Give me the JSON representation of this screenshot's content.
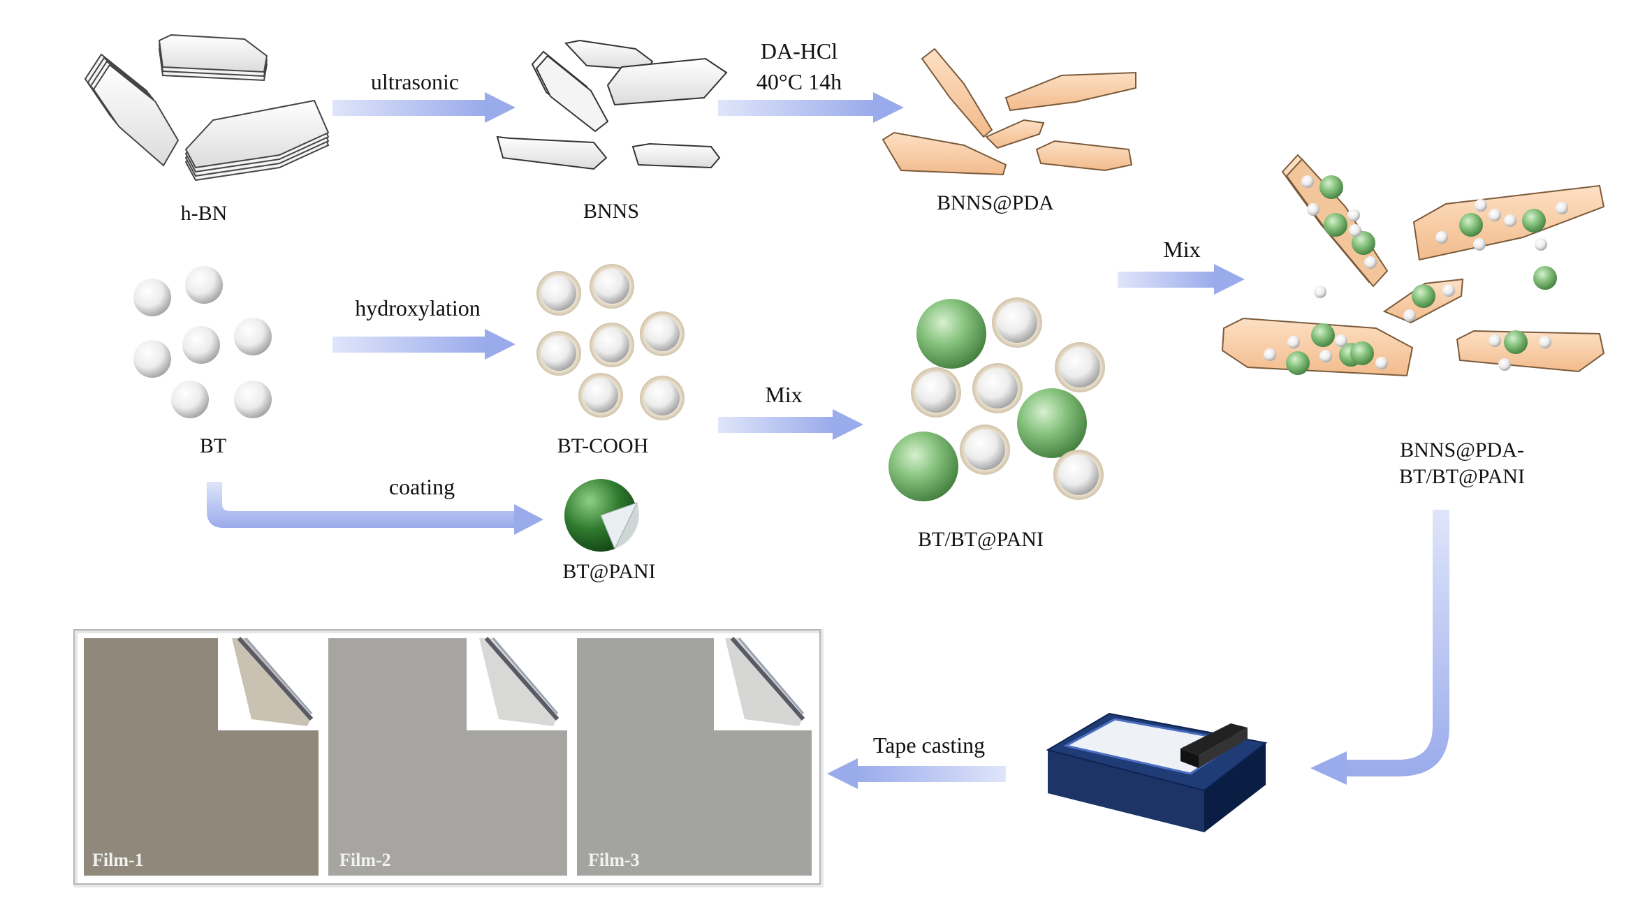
{
  "labels": {
    "hbn": "h-BN",
    "bnns": "BNNS",
    "bnns_pda": "BNNS@PDA",
    "bt": "BT",
    "bt_cooh": "BT-COOH",
    "bt_pani": "BT@PANI",
    "bt_bt_pani": "BT/BT@PANI",
    "composite_line1": "BNNS@PDA-",
    "composite_line2": "BT/BT@PANI"
  },
  "steps": {
    "ultrasonic": "ultrasonic",
    "da_hcl_line1": "DA-HCl",
    "da_hcl_line2": "40°C 14h",
    "hydroxylation": "hydroxylation",
    "mix1": "Mix",
    "mix2": "Mix",
    "coating": "coating",
    "tape_casting": "Tape casting"
  },
  "films": [
    {
      "label": "Film-1",
      "color": "#8f887b"
    },
    {
      "label": "Film-2",
      "color": "#a6a5a1"
    },
    {
      "label": "Film-3",
      "color": "#a3a3a0"
    }
  ],
  "colors": {
    "arrow": "#9fb0ec",
    "sheet_white": "#f1f1f1",
    "sheet_pda": "#f7c8a1",
    "particle_green": "#72b06c",
    "caster_base": "#1c3566"
  }
}
